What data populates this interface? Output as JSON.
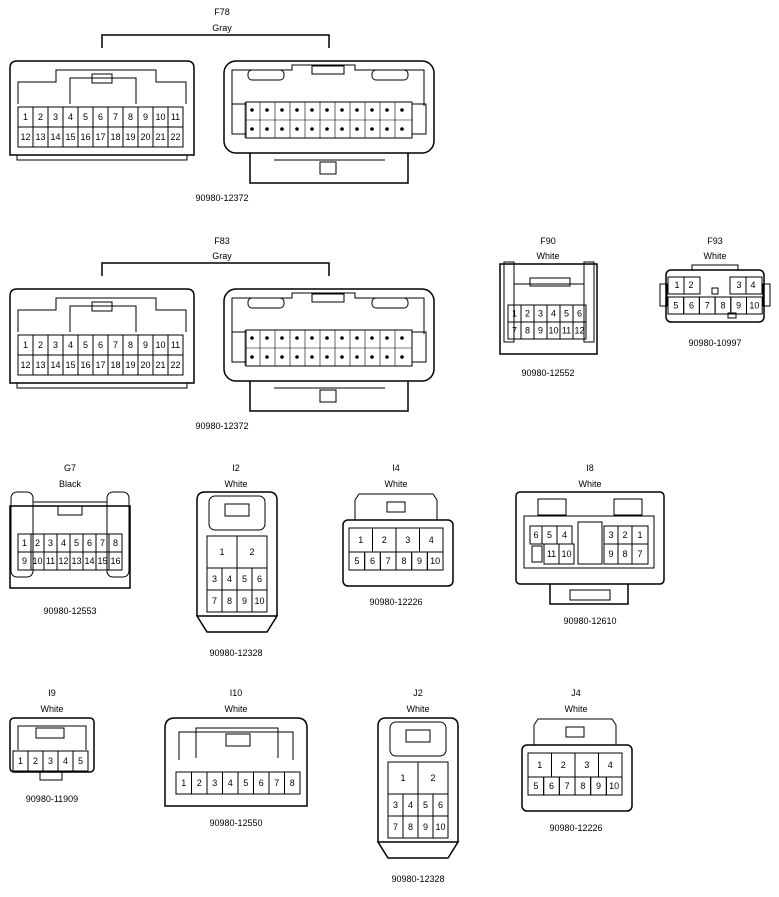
{
  "connectors": [
    {
      "id": "F78",
      "color": "Gray",
      "part": "90980-12372",
      "rows": [
        [
          "1",
          "2",
          "3",
          "4",
          "5",
          "6",
          "7",
          "8",
          "9",
          "10",
          "11"
        ],
        [
          "12",
          "13",
          "14",
          "15",
          "16",
          "17",
          "18",
          "19",
          "20",
          "21",
          "22"
        ]
      ]
    },
    {
      "id": "F83",
      "color": "Gray",
      "part": "90980-12372",
      "rows": [
        [
          "1",
          "2",
          "3",
          "4",
          "5",
          "6",
          "7",
          "8",
          "9",
          "10",
          "11"
        ],
        [
          "12",
          "13",
          "14",
          "15",
          "16",
          "17",
          "18",
          "19",
          "20",
          "21",
          "22"
        ]
      ]
    },
    {
      "id": "F90",
      "color": "White",
      "part": "90980-12552",
      "rows": [
        [
          "1",
          "2",
          "3",
          "4",
          "5",
          "6"
        ],
        [
          "7",
          "8",
          "9",
          "10",
          "11",
          "12"
        ]
      ]
    },
    {
      "id": "F93",
      "color": "White",
      "part": "90980-10997",
      "rows": [
        [
          "1",
          "2",
          "3",
          "4"
        ],
        [
          "5",
          "6",
          "7",
          "8",
          "9",
          "10"
        ]
      ]
    },
    {
      "id": "G7",
      "color": "Black",
      "part": "90980-12553",
      "rows": [
        [
          "1",
          "2",
          "3",
          "4",
          "5",
          "6",
          "7",
          "8"
        ],
        [
          "9",
          "10",
          "11",
          "12",
          "13",
          "14",
          "15",
          "16"
        ]
      ]
    },
    {
      "id": "I2",
      "color": "White",
      "part": "90980-12328",
      "rows": [
        [
          "1",
          "2"
        ],
        [
          "3",
          "4",
          "5",
          "6"
        ],
        [
          "7",
          "8",
          "9",
          "10"
        ]
      ]
    },
    {
      "id": "I4",
      "color": "White",
      "part": "90980-12226",
      "rows": [
        [
          "1",
          "2",
          "3",
          "4"
        ],
        [
          "5",
          "6",
          "7",
          "8",
          "9",
          "10"
        ]
      ]
    },
    {
      "id": "I8",
      "color": "White",
      "part": "90980-12610",
      "rows": [
        [
          "6",
          "5",
          "4",
          "3",
          "2",
          "1"
        ],
        [
          "11",
          "10",
          "9",
          "8",
          "7"
        ]
      ]
    },
    {
      "id": "I9",
      "color": "White",
      "part": "90980-11909",
      "rows": [
        [
          "1",
          "2",
          "3",
          "4",
          "5"
        ]
      ]
    },
    {
      "id": "I10",
      "color": "White",
      "part": "90980-12550",
      "rows": [
        [
          "1",
          "2",
          "3",
          "4",
          "5",
          "6",
          "7",
          "8"
        ]
      ]
    },
    {
      "id": "J2",
      "color": "White",
      "part": "90980-12328",
      "rows": [
        [
          "1",
          "2"
        ],
        [
          "3",
          "4",
          "5",
          "6"
        ],
        [
          "7",
          "8",
          "9",
          "10"
        ]
      ]
    },
    {
      "id": "J4",
      "color": "White",
      "part": "90980-12226",
      "rows": [
        [
          "1",
          "2",
          "3",
          "4"
        ],
        [
          "5",
          "6",
          "7",
          "8",
          "9",
          "10"
        ]
      ]
    }
  ]
}
